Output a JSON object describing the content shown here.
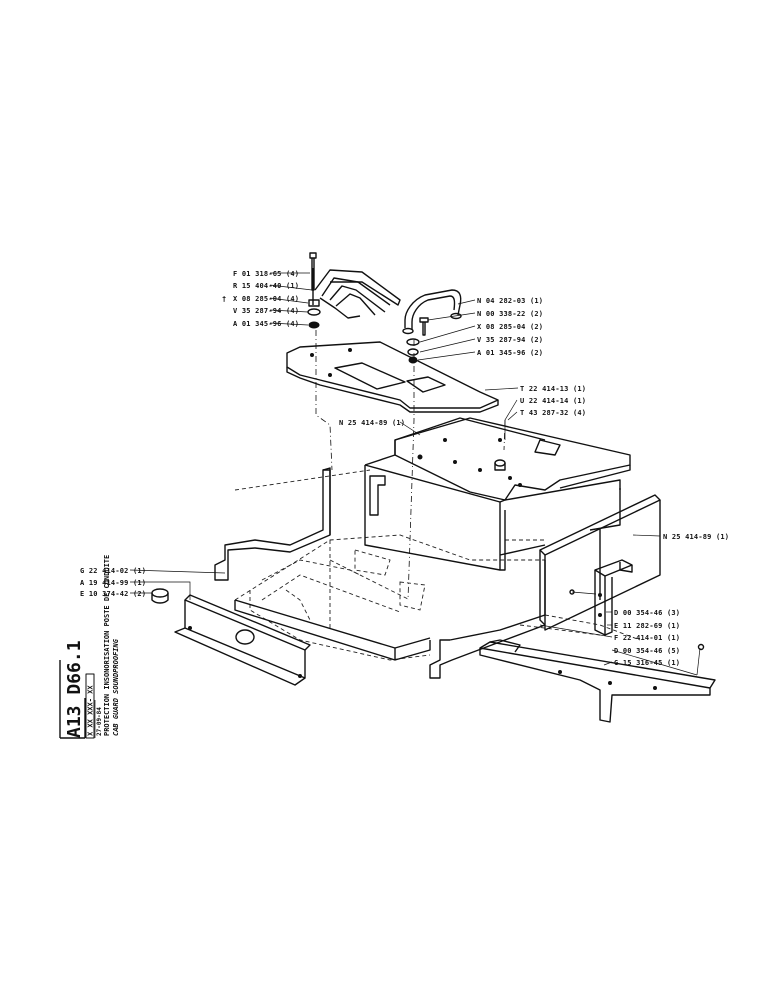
{
  "title_block": {
    "sheet_code": "A13 D66.1",
    "ref": "X XX XXX- XX",
    "date": "27-09-84",
    "title_fr": "PROTECTION INSONORISATION POSTE DE CONDUITE",
    "title_en": "CAB GUARD SOUNDPROOFING"
  },
  "part_labels": [
    {
      "id": "F01",
      "text": "F 01 318-65 (4)"
    },
    {
      "id": "R15",
      "text": "R 15 404-40 (1)"
    },
    {
      "id": "X08a",
      "text": "X 08 285-04 (4)",
      "marker": "†"
    },
    {
      "id": "V35a",
      "text": "V 35 287-94 (4)"
    },
    {
      "id": "A01a",
      "text": "A 01 345-96 (4)"
    },
    {
      "id": "N04",
      "text": "N 04 282-03 (1)"
    },
    {
      "id": "N00",
      "text": "N 00 338-22 (2)"
    },
    {
      "id": "X08b",
      "text": "X 08 285-04 (2)"
    },
    {
      "id": "V35b",
      "text": "V 35 287-94 (2)"
    },
    {
      "id": "A01b",
      "text": "A 01 345-96 (2)"
    },
    {
      "id": "T22",
      "text": "T 22 414-13 (1)"
    },
    {
      "id": "U22",
      "text": "U 22 414-14 (1)"
    },
    {
      "id": "T43",
      "text": "T 43 287-32 (4)"
    },
    {
      "id": "N25a",
      "text": "N 25 414-89 (1)"
    },
    {
      "id": "N25b",
      "text": "N 25 414-89 (1)"
    },
    {
      "id": "G22",
      "text": "G 22 414-02 (1)"
    },
    {
      "id": "A19",
      "text": "A 19 414-99 (1)"
    },
    {
      "id": "E10",
      "text": "E 10 374-42 (2)"
    },
    {
      "id": "D00a",
      "text": "D 00 354-46 (3)"
    },
    {
      "id": "E11",
      "text": "E 11 282-69 (1)"
    },
    {
      "id": "F22",
      "text": "F 22 414-01 (1)"
    },
    {
      "id": "D00b",
      "text": "D 00 354-46 (5)"
    },
    {
      "id": "G15",
      "text": "G 15 316-45 (1)"
    }
  ]
}
